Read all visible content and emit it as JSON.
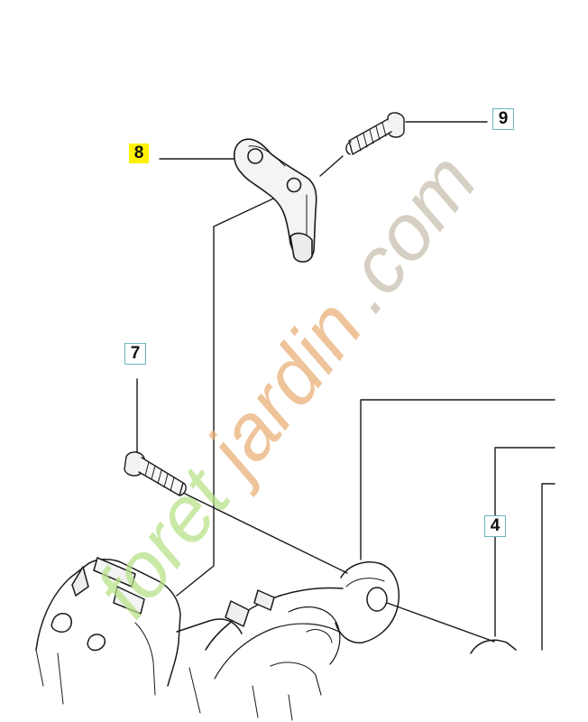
{
  "callouts": {
    "part8": "8",
    "part9": "9",
    "part7": "7",
    "part4": "4"
  },
  "watermark": {
    "text": "foretjardin.com",
    "colors": {
      "foret": "#b8e28a",
      "jardin": "#e9b07a",
      "dot_com": "#cfc7b9"
    }
  },
  "colors": {
    "line": "#1a1a1a",
    "callout_border": "#6fb3c2",
    "callout_highlight": "#fff200"
  }
}
